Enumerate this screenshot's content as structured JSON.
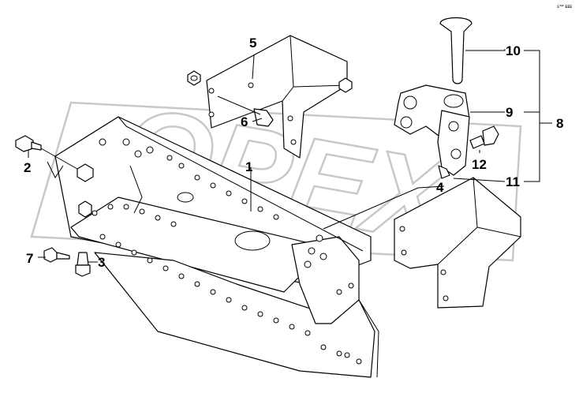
{
  "watermark": {
    "text": "OPEX"
  },
  "corner_code": "ɜ™ ᴇᴇᴇ",
  "callouts": {
    "c1": "1",
    "c2": "2",
    "c3": "3",
    "c4": "4",
    "c5": "5",
    "c6": "6",
    "c7": "7",
    "c8": "8",
    "c9": "9",
    "c10": "10",
    "c11": "11",
    "c12": "12"
  }
}
